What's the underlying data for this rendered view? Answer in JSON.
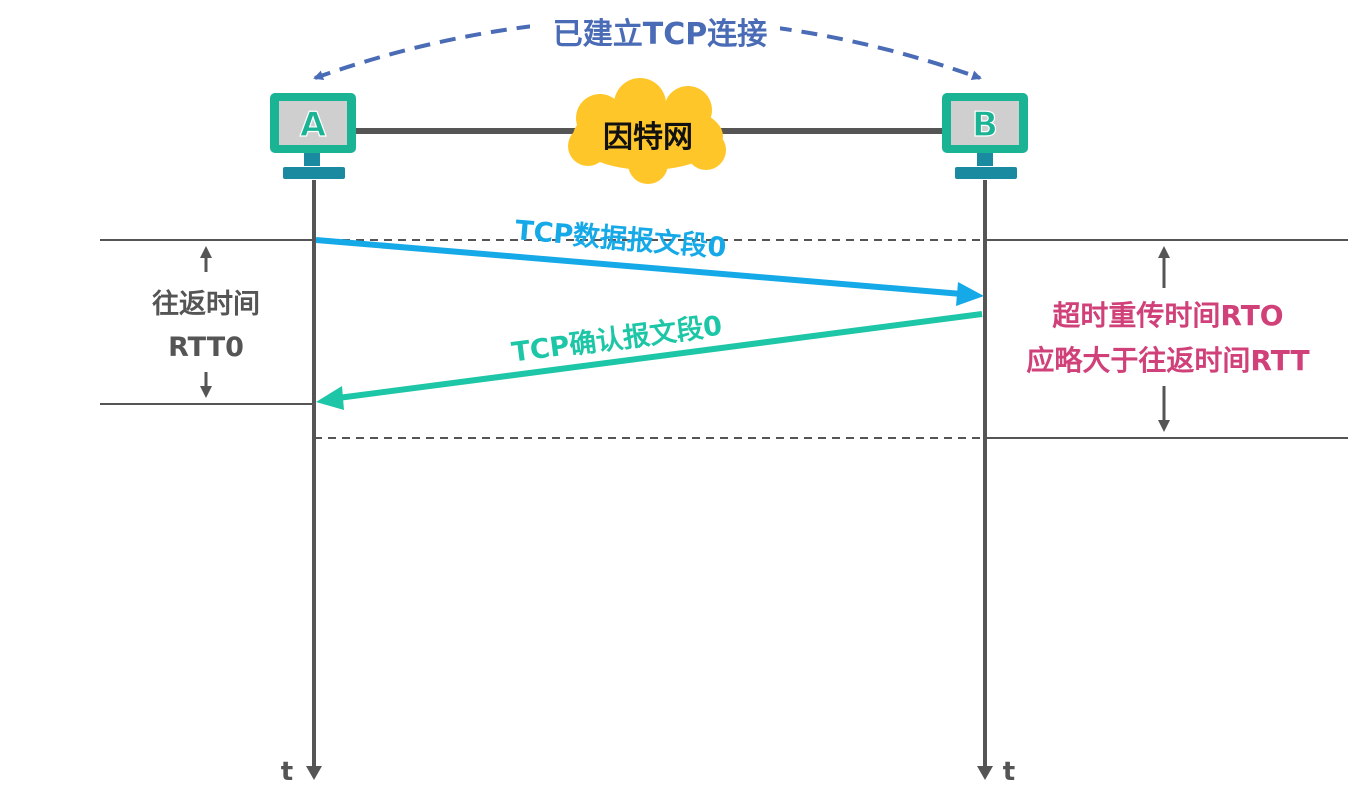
{
  "connection": {
    "label": "已建立TCP连接",
    "color": "#4A6BB5"
  },
  "hosts": {
    "a": {
      "label": "A"
    },
    "b": {
      "label": "B"
    },
    "frame_color": "#1AB394",
    "screen_color": "#CFCFCF",
    "letter_color": "#1AB394"
  },
  "network": {
    "label": "因特网",
    "color": "#FFC629"
  },
  "segments": {
    "data": {
      "label": "TCP数据报文段0",
      "color": "#16A9E8"
    },
    "ack": {
      "label": "TCP确认报文段0",
      "color": "#1DC6A6"
    }
  },
  "rtt": {
    "line1": "往返时间",
    "line2": "RTT0"
  },
  "rto": {
    "line1": "超时重传时间RTO",
    "line2": "应略大于往返时间RTT",
    "color": "#D0417A"
  },
  "timeline": {
    "axis_label_a": "t",
    "axis_label_b": "t",
    "color": "#555555"
  }
}
